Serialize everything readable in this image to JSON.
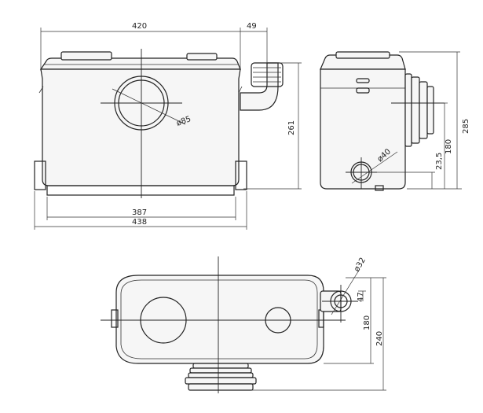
{
  "drawing": {
    "front_view": {
      "width_top": "420",
      "outlet_offset": "49",
      "height_outlet": "261",
      "inlet_diameter": "ø85",
      "width_inner": "387",
      "width_total": "438"
    },
    "side_view": {
      "height_total": "285",
      "height_inlet": "180",
      "height_drain": "23,5",
      "drain_diameter": "ø40"
    },
    "top_view": {
      "outlet_diameter": "ø32",
      "outlet_offset": "47",
      "depth_body": "180",
      "depth_total": "240"
    }
  }
}
